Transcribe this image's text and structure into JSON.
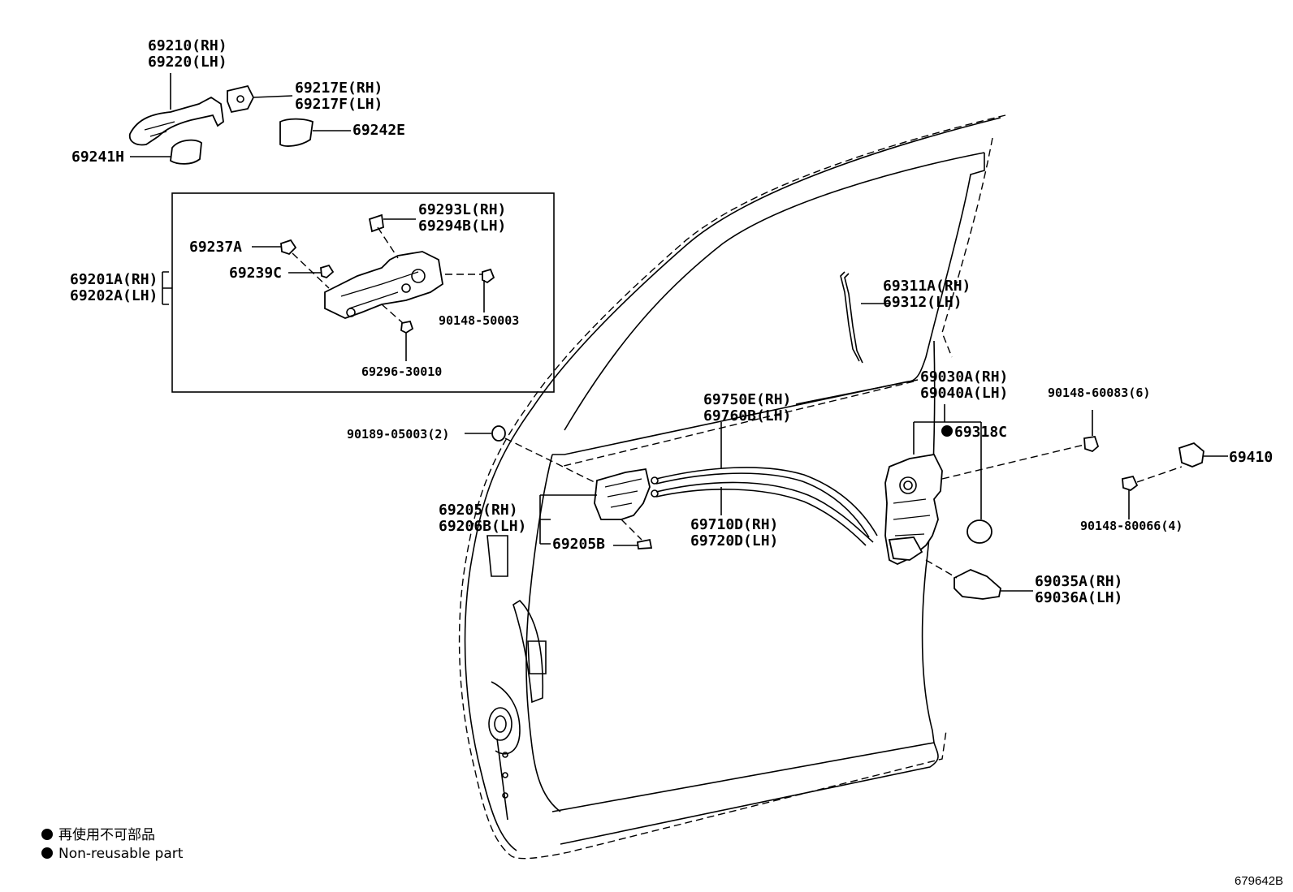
{
  "labels": {
    "l69210": [
      "69210(RH)",
      "69220(LH)"
    ],
    "l69217": [
      "69217E(RH)",
      "69217F(LH)"
    ],
    "l69242": "69242E",
    "l69241": "69241H",
    "l69293": [
      "69293L(RH)",
      "69294B(LH)"
    ],
    "l69237": "69237A",
    "l69239": "69239C",
    "l69201": [
      "69201A(RH)",
      "69202A(LH)"
    ],
    "l90148a": "90148-50003",
    "l69296": "69296-30010",
    "l69311": [
      "69311A(RH)",
      "69312(LH)"
    ],
    "l69030": [
      "69030A(RH)",
      "69040A(LH)"
    ],
    "l69318": "69318C",
    "l90148b": "90148-60083(6)",
    "l69410": "69410",
    "l90148c": "90148-80066(4)",
    "l69750": [
      "69750E(RH)",
      "69760B(LH)"
    ],
    "l90189": "90189-05003(2)",
    "l69205": [
      "69205(RH)",
      "69206B(LH)"
    ],
    "l69205b": "69205B",
    "l69710": [
      "69710D(RH)",
      "69720D(LH)"
    ],
    "l69035": [
      "69035A(RH)",
      "69036A(LH)"
    ]
  },
  "legend": {
    "jp": "再使用不可部品",
    "en": "Non-reusable part"
  },
  "drawing_code": "679642B"
}
